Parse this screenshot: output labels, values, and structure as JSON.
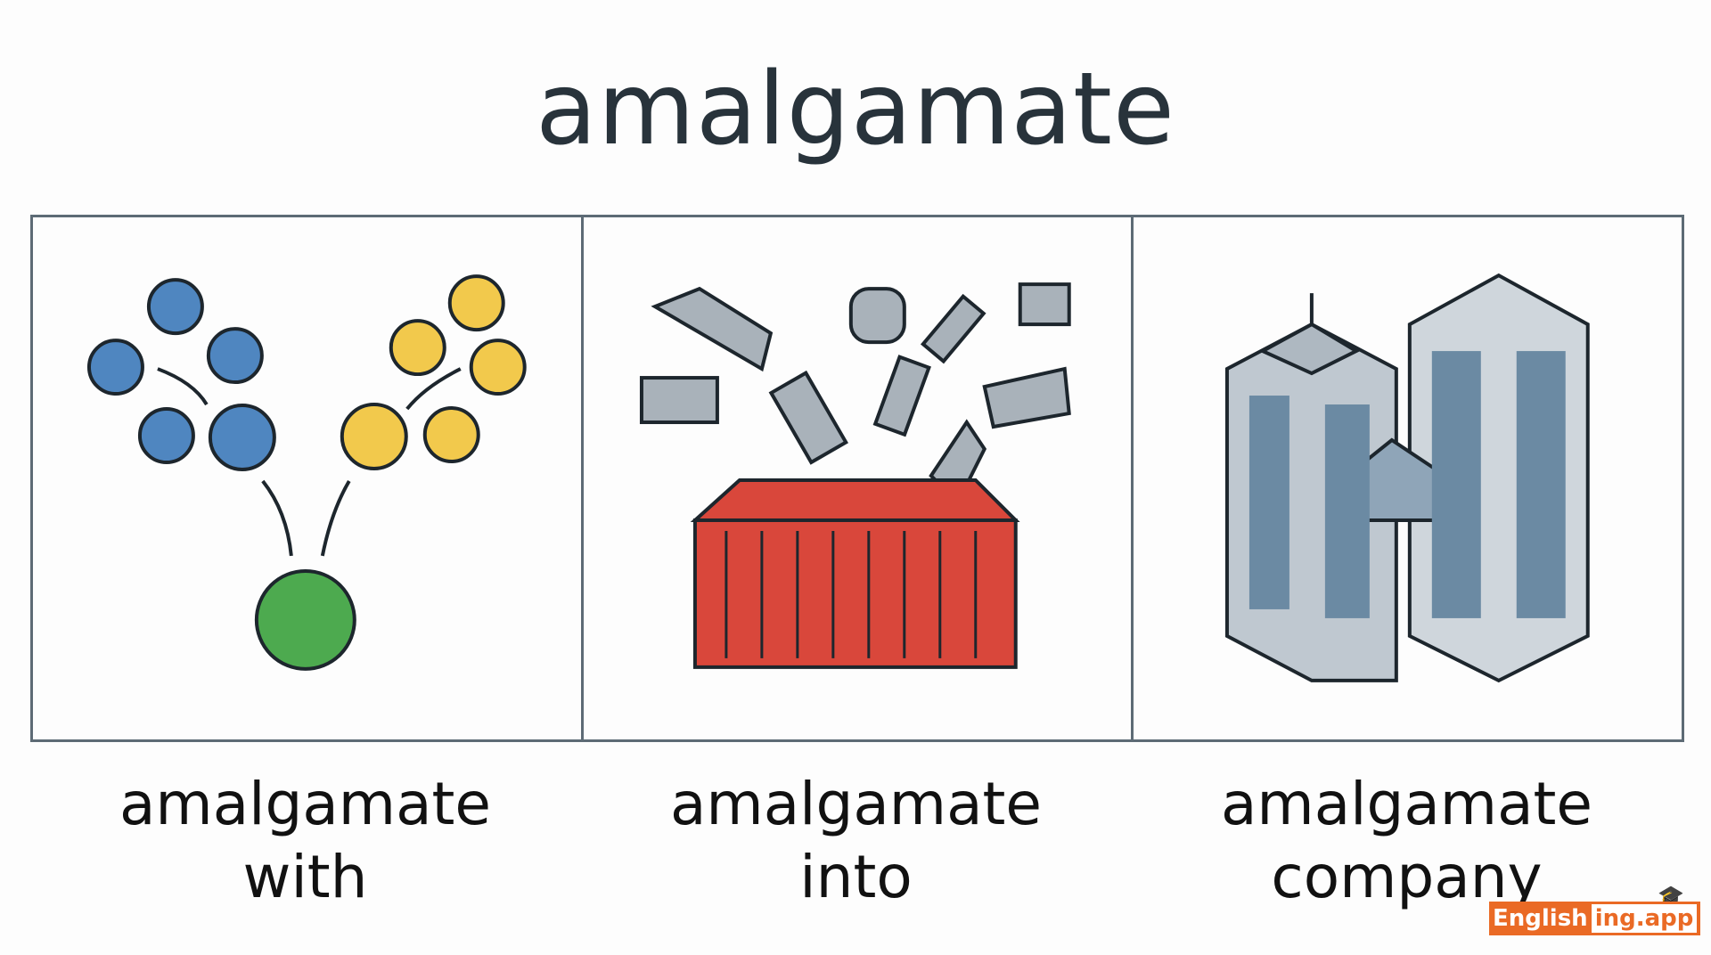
{
  "title": "amalgamate",
  "panels": [
    {
      "line1": "amalgamate",
      "line2": "with",
      "icon": "merging-circles"
    },
    {
      "line1": "amalgamate",
      "line2": "into",
      "icon": "scrap-into-container"
    },
    {
      "line1": "amalgamate",
      "line2": "company",
      "icon": "merged-buildings"
    }
  ],
  "logo": {
    "part1": "English",
    "part2": "ing.app"
  },
  "colors": {
    "blue": "#4f86c0",
    "yellow": "#f2c94c",
    "green": "#4daa4f",
    "red": "#d9473b",
    "logo": "#ea6a25"
  }
}
